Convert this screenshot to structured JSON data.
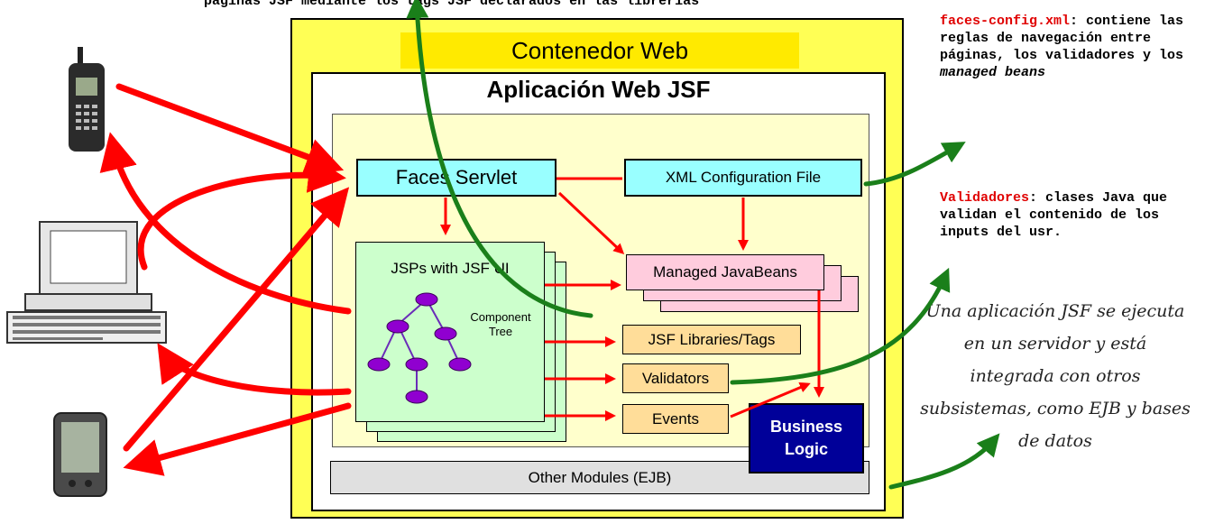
{
  "top_text": "páginas JSF mediante los tags JSF declarados en las librerías",
  "container": {
    "title": "Contenedor Web"
  },
  "application": {
    "title": "Aplicación Web JSF"
  },
  "nodes": {
    "faces_servlet": "Faces Servlet",
    "xml_config": "XML Configuration File",
    "jsp_ui": "JSPs with JSF UI",
    "component_tree_line1": "Component",
    "component_tree_line2": "Tree",
    "managed_beans": "Managed JavaBeans",
    "jsf_libraries": "JSF Libraries/Tags",
    "validators": "Validators",
    "events": "Events",
    "other_modules": "Other Modules (EJB)",
    "business_logic_line1": "Business",
    "business_logic_line2": "Logic"
  },
  "notes": {
    "faces_config_name": "faces-config.xml",
    "faces_config_text": ": contiene las reglas de navegación entre páginas, los validadores y los",
    "faces_config_italic": "managed beans",
    "validators_name": "Validadores",
    "validators_text": ": clases Java que validan el contenido de los inputs del usr.",
    "jsf_summary": "Una aplicación JSF se ejecuta en un servidor y está integrada con otros subsistemas, como EJB y bases de datos"
  },
  "clients": [
    {
      "icon": "mobile-phone-icon"
    },
    {
      "icon": "desktop-computer-icon"
    },
    {
      "icon": "pda-icon"
    }
  ],
  "colors": {
    "arrow_red": "#ff0000",
    "arrow_green": "#1a7f1a",
    "container_yellow": "#ffff55",
    "servlet_cyan": "#99ffff",
    "business_blue": "#000099"
  }
}
